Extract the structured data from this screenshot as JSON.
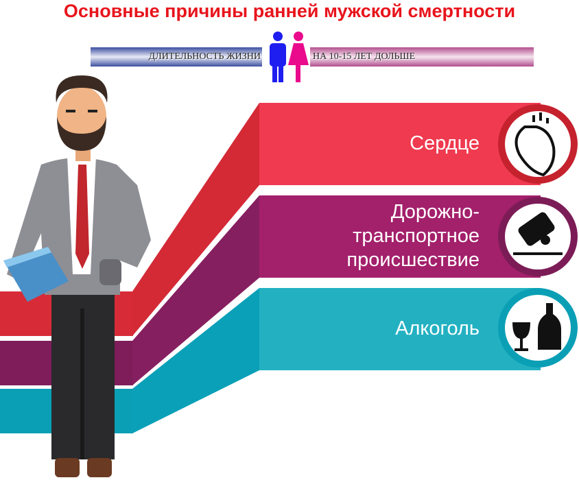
{
  "title": "Основные причины ранней мужской смертности",
  "banner": {
    "left": "ДЛИТЕЛЬНОСТЬ ЖИЗНИ",
    "right": "НА 10-15 ЛЕТ ДОЛЬШЕ"
  },
  "causes": [
    {
      "label": "Сердце",
      "icon": "heart-organ-icon",
      "color": "#ef3a4f"
    },
    {
      "label_lines": [
        "Дорожно-",
        "транспортное",
        "происшествие"
      ],
      "icon": "car-crash-icon",
      "color": "#a3206b"
    },
    {
      "label": "Алкоголь",
      "icon": "alcohol-icon",
      "color": "#23b1c2"
    }
  ]
}
